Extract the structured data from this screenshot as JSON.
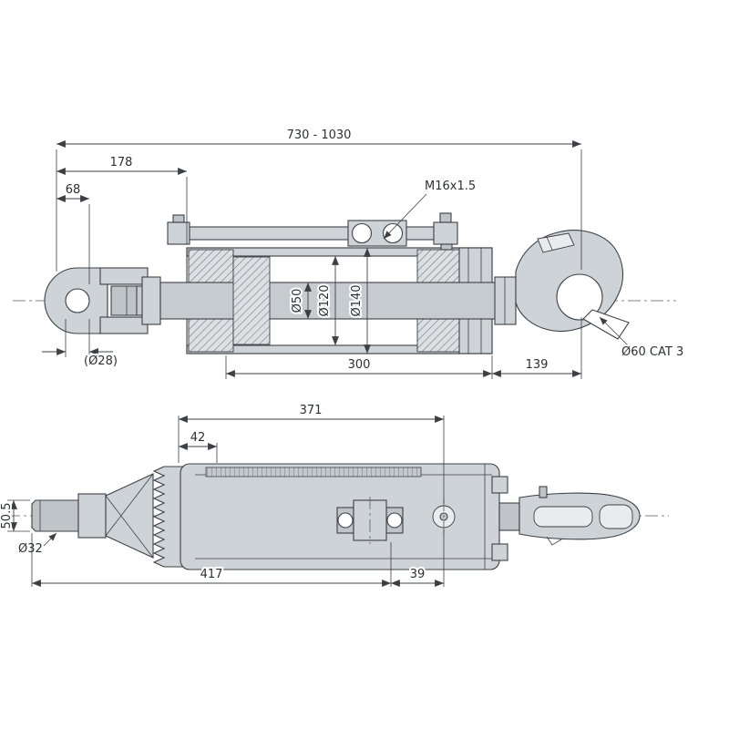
{
  "style": {
    "background": "#ffffff",
    "stroke": "#3c4045",
    "fill_light": "#ced3d7",
    "fill_mid": "#bfc4c8"
  },
  "top_view": {
    "dims": {
      "overall": "730 - 1030",
      "d178": "178",
      "d68": "68",
      "thread": "M16x1.5",
      "rod": "Ø50",
      "bore": "Ø120",
      "barrel": "Ø140",
      "fork_hole": "(Ø28)",
      "d300": "300",
      "d139": "139",
      "hook": "Ø60 CAT 3"
    }
  },
  "bottom_view": {
    "dims": {
      "d371": "371",
      "d42": "42",
      "d505": "50.5",
      "d32": "Ø32",
      "d417": "417",
      "d39": "39"
    }
  }
}
